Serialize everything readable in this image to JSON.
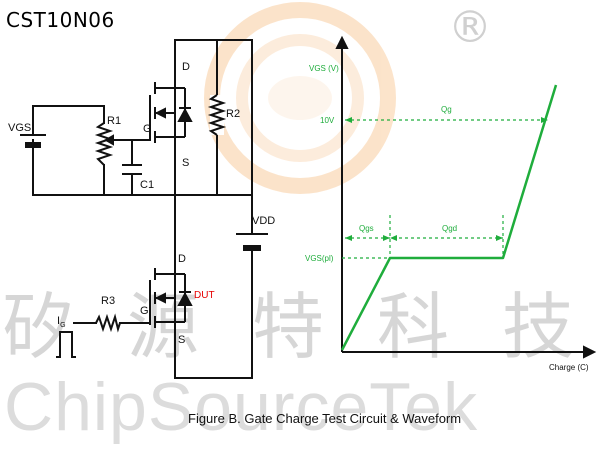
{
  "part_number": "CST10N06",
  "watermark": {
    "cn": [
      "矽",
      "源",
      "特",
      "科",
      "技"
    ],
    "en": "ChipSourceTek",
    "registered": "®"
  },
  "circuit": {
    "top_fet": {
      "drain": "D",
      "gate": "G",
      "source": "S"
    },
    "bottom_fet": {
      "drain": "D",
      "gate": "G",
      "source": "S",
      "dut": "DUT"
    },
    "vgs": "VGS",
    "r1": "R1",
    "c1": "C1",
    "r2": "R2",
    "vdd": "VDD",
    "r3": "R3",
    "ig_main": "I",
    "ig_sub": "G"
  },
  "waveform": {
    "y_axis_label": "VGS (V)",
    "x_axis_label": "Charge (C)",
    "level_10v": "10V",
    "level_plateau": "VGS(pl)",
    "qg": "Qg",
    "qgs": "Qgs",
    "qgd": "Qgd"
  },
  "caption": "Figure B.  Gate Charge Test Circuit & Waveform",
  "colors": {
    "wave": "#1fad3c",
    "wire": "#111111",
    "dut": "#e60000",
    "watermark": "#c8c8c8"
  }
}
